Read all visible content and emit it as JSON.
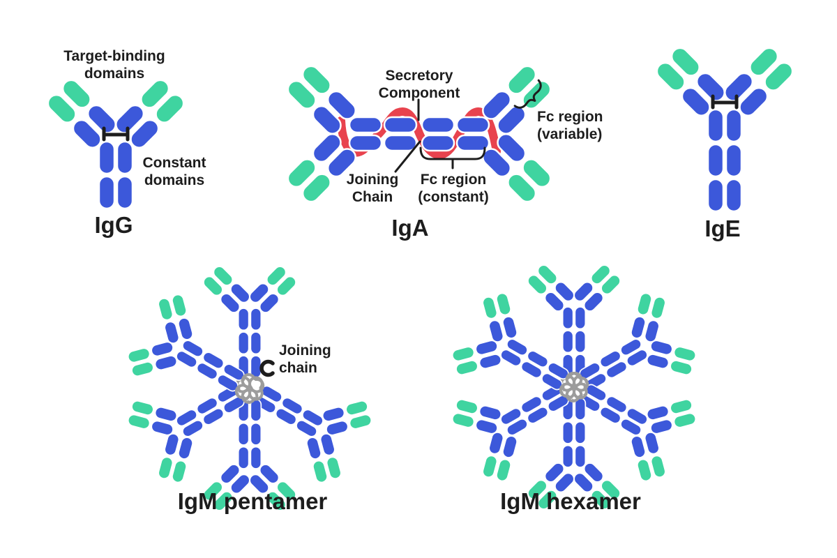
{
  "figure": {
    "colors": {
      "background": "#FFFFFF",
      "blue": "#3C58DA",
      "green": "#3FD4A0",
      "red": "#E8434E",
      "gray": "#9C9C9C",
      "ink": "#1D1D1D"
    },
    "panels": {
      "igg": {
        "title": "IgG",
        "labels": {
          "target_binding": {
            "line1": "Target-binding",
            "line2": "domains"
          },
          "constant": {
            "line1": "Constant",
            "line2": "domains"
          }
        }
      },
      "iga": {
        "title": "IgA",
        "labels": {
          "secretory": {
            "line1": "Secretory",
            "line2": "Component"
          },
          "joining": {
            "line1": "Joining",
            "line2": "Chain"
          },
          "fc_constant": {
            "line1": "Fc region",
            "line2": "(constant)"
          },
          "fc_variable": {
            "line1": "Fc region",
            "line2": "(variable)"
          }
        }
      },
      "ige": {
        "title": "IgE"
      },
      "igm_pentamer": {
        "title": "IgM pentamer",
        "labels": {
          "joining": {
            "line1": "Joining",
            "line2": "chain"
          }
        }
      },
      "igm_hexamer": {
        "title": "IgM hexamer"
      }
    }
  }
}
